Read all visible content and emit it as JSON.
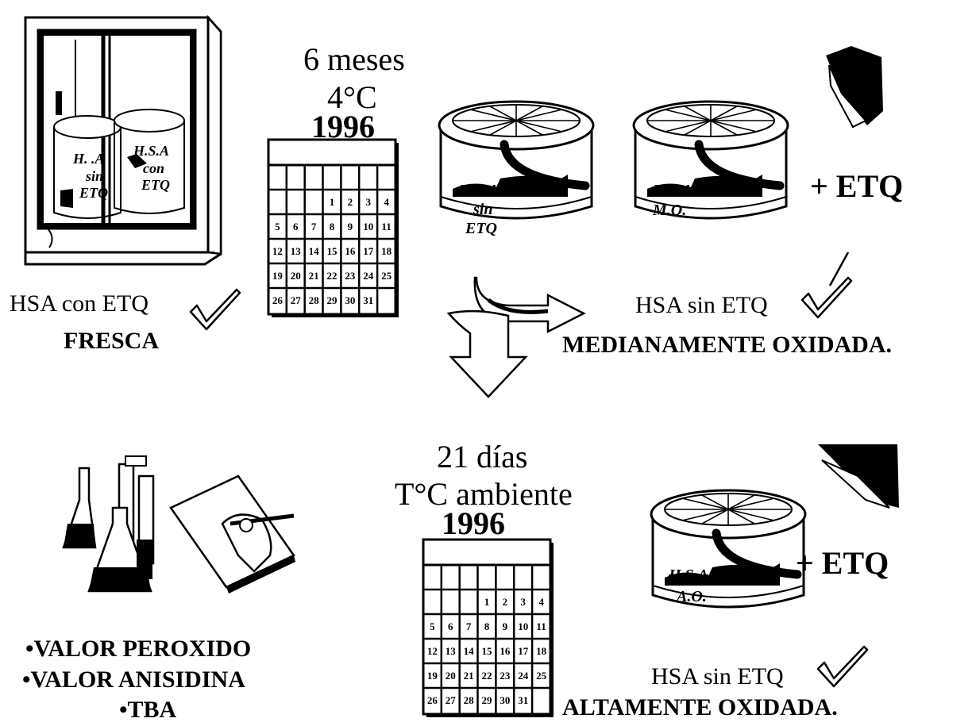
{
  "fridge": {
    "jar_left_label": [
      "H.  .A",
      "sin",
      "ETQ"
    ],
    "jar_right_label": [
      "H.S.A",
      "con",
      "ETQ"
    ],
    "caption_line1": "HSA con ETQ",
    "caption_line2": "FRESCA"
  },
  "storage": {
    "duration": "6 meses",
    "temperature": "4°C",
    "year": "1996",
    "calendar_numbers": [
      [
        "",
        "",
        "",
        "1",
        "2",
        "3",
        "4"
      ],
      [
        "5",
        "6",
        "7",
        "8",
        "9",
        "10",
        "11"
      ],
      [
        "12",
        "13",
        "14",
        "15",
        "16",
        "17",
        "18"
      ],
      [
        "19",
        "20",
        "21",
        "22",
        "23",
        "24",
        "25"
      ],
      [
        "26",
        "27",
        "28",
        "29",
        "30",
        "31",
        ""
      ]
    ]
  },
  "jar_sin_etq": {
    "label": [
      "H.S.A",
      "sin",
      "ETQ"
    ]
  },
  "jar_mo": {
    "label": [
      "H.S.A",
      "M.O."
    ]
  },
  "plus_etq_top": "+ ETQ",
  "medium": {
    "caption_line1": "HSA  sin ETQ",
    "caption_line2": "MEDIANAMENTE  OXIDADA."
  },
  "ambient": {
    "duration": "21 días",
    "temperature": "T°C ambiente",
    "year": "1996"
  },
  "jar_ao": {
    "label": [
      "H.S.A",
      "A.O."
    ]
  },
  "plus_etq_bottom": "+ ETQ",
  "high": {
    "caption_line1": "HSA  sin ETQ",
    "caption_line2": "ALTAMENTE  OXIDADA."
  },
  "analyses": [
    "•VALOR  PEROXIDO",
    "•VALOR  ANISIDINA",
    "•TBA"
  ]
}
